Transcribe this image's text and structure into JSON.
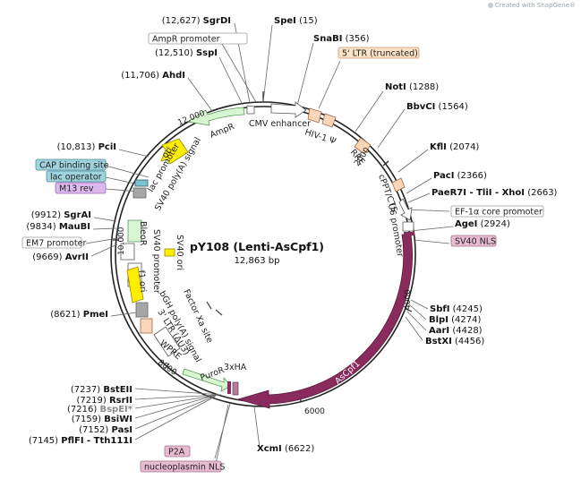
{
  "watermark": "Created with SnapGene®",
  "plasmid": {
    "name": "pY108 (Lenti-AsCpf1)",
    "size": "12,863 bp"
  },
  "sites": [
    {
      "id": "s1",
      "name": "SgrDI",
      "pos": "(12,627)",
      "pos_first": true
    },
    {
      "id": "s2",
      "name": "SpeI",
      "pos": "(15)",
      "pos_first": false
    },
    {
      "id": "s3",
      "name": "SnaBI",
      "pos": "(356)",
      "pos_first": false
    },
    {
      "id": "s4",
      "name": "SspI",
      "pos": "(12,510)",
      "pos_first": true
    },
    {
      "id": "s5",
      "name": "AhdI",
      "pos": "(11,706)",
      "pos_first": true
    },
    {
      "id": "s6",
      "name": "NotI",
      "pos": "(1288)",
      "pos_first": false
    },
    {
      "id": "s7",
      "name": "BbvCI",
      "pos": "(1564)",
      "pos_first": false
    },
    {
      "id": "s8",
      "name": "PciI",
      "pos": "(10,813)",
      "pos_first": true
    },
    {
      "id": "s9",
      "name": "KflI",
      "pos": "(2074)",
      "pos_first": false
    },
    {
      "id": "s10",
      "name": "PacI",
      "pos": "(2366)",
      "pos_first": false
    },
    {
      "id": "s11",
      "name": "PaeR7I - TliI - XhoI",
      "pos": "(2663)",
      "pos_first": false
    },
    {
      "id": "s12",
      "name": "AgeI",
      "pos": "(2924)",
      "pos_first": false
    },
    {
      "id": "s13",
      "name": "SgrAI",
      "pos": "(9912)",
      "pos_first": true
    },
    {
      "id": "s14",
      "name": "MauBI",
      "pos": "(9834)",
      "pos_first": true
    },
    {
      "id": "s15",
      "name": "AvrII",
      "pos": "(9669)",
      "pos_first": true
    },
    {
      "id": "s16",
      "name": "PmeI",
      "pos": "(8621)",
      "pos_first": true
    },
    {
      "id": "s17",
      "name": "SbfI",
      "pos": "(4245)",
      "pos_first": false
    },
    {
      "id": "s18",
      "name": "BlpI",
      "pos": "(4274)",
      "pos_first": false
    },
    {
      "id": "s19",
      "name": "AarI",
      "pos": "(4428)",
      "pos_first": false
    },
    {
      "id": "s20",
      "name": "BstXI",
      "pos": "(4456)",
      "pos_first": false
    },
    {
      "id": "s21",
      "name": "BstEII",
      "pos": "(7237)",
      "pos_first": true
    },
    {
      "id": "s22",
      "name": "RsrII",
      "pos": "(7219)",
      "pos_first": true
    },
    {
      "id": "s23",
      "name": "BspEI*",
      "pos": "(7216)",
      "pos_first": true,
      "muted": true
    },
    {
      "id": "s24",
      "name": "BsiWI",
      "pos": "(7159)",
      "pos_first": true
    },
    {
      "id": "s25",
      "name": "PasI",
      "pos": "(7152)",
      "pos_first": true
    },
    {
      "id": "s26",
      "name": "PflFI - Tth111I",
      "pos": "(7145)",
      "pos_first": true
    },
    {
      "id": "s27",
      "name": "XcmI",
      "pos": "(6622)",
      "pos_first": false
    }
  ],
  "boxed_labels": [
    {
      "id": "b1",
      "text": "AmpR promoter",
      "style": "white"
    },
    {
      "id": "b2",
      "text": "5' LTR (truncated)",
      "style": "peach"
    },
    {
      "id": "b3",
      "text": "EF-1α core promoter",
      "style": "white"
    },
    {
      "id": "b4",
      "text": "SV40 NLS",
      "style": "pink"
    },
    {
      "id": "b5",
      "text": "CAP binding site",
      "style": "teal"
    },
    {
      "id": "b6",
      "text": "lac operator",
      "style": "teal"
    },
    {
      "id": "b7",
      "text": "M13 rev",
      "style": "violet"
    },
    {
      "id": "b8",
      "text": "EM7 promoter",
      "style": "white"
    },
    {
      "id": "b9",
      "text": "P2A",
      "style": "pink"
    },
    {
      "id": "b10",
      "text": "nucleoplasmin NLS",
      "style": "pink"
    }
  ],
  "feature_labels": [
    {
      "id": "f1",
      "text": "CMV enhancer"
    },
    {
      "id": "f2",
      "text": "HIV-1 Ψ"
    },
    {
      "id": "f3",
      "text": "RRE"
    },
    {
      "id": "f4",
      "text": "cPPT/CTS"
    },
    {
      "id": "f5",
      "text": "U6 promoter"
    },
    {
      "id": "f6",
      "text": "AmpR"
    },
    {
      "id": "f7",
      "text": "ori"
    },
    {
      "id": "f8",
      "text": "SV40 poly(A) signal"
    },
    {
      "id": "f9",
      "text": "lac promoter"
    },
    {
      "id": "f10",
      "text": "BleoR"
    },
    {
      "id": "f11",
      "text": "SV40 promoter"
    },
    {
      "id": "f12",
      "text": "f1 ori"
    },
    {
      "id": "f13",
      "text": "SV40 ori"
    },
    {
      "id": "f14",
      "text": "Factor Xa site"
    },
    {
      "id": "f15",
      "text": "bGH poly(A) signal"
    },
    {
      "id": "f16",
      "text": "3' LTR (ΔU3)"
    },
    {
      "id": "f17",
      "text": "WPRE"
    },
    {
      "id": "f18",
      "text": "PuroR"
    },
    {
      "id": "f19",
      "text": "3xHA"
    },
    {
      "id": "f20",
      "text": "AsCpf1"
    }
  ],
  "ticks": [
    {
      "id": "t1",
      "text": "2000"
    },
    {
      "id": "t2",
      "text": "4000"
    },
    {
      "id": "t3",
      "text": "6000"
    },
    {
      "id": "t4",
      "text": "8000"
    },
    {
      "id": "t5",
      "text": "10,000"
    },
    {
      "id": "t6",
      "text": "12,000"
    }
  ],
  "colors": {
    "backbone": "#222222",
    "ascpf1": "#8a2b5e",
    "ampr": "#d6f5d0",
    "ori": "#ffee00",
    "peach": "#fbd6b8",
    "grey": "#a6a6a6",
    "teal_box": "#9fd3dd",
    "violet_box": "#dcb8ef",
    "pink_box": "#e8bcd0",
    "peach_box": "#fce2c6",
    "label_border": "#9c9c9c",
    "line": "#555555"
  }
}
